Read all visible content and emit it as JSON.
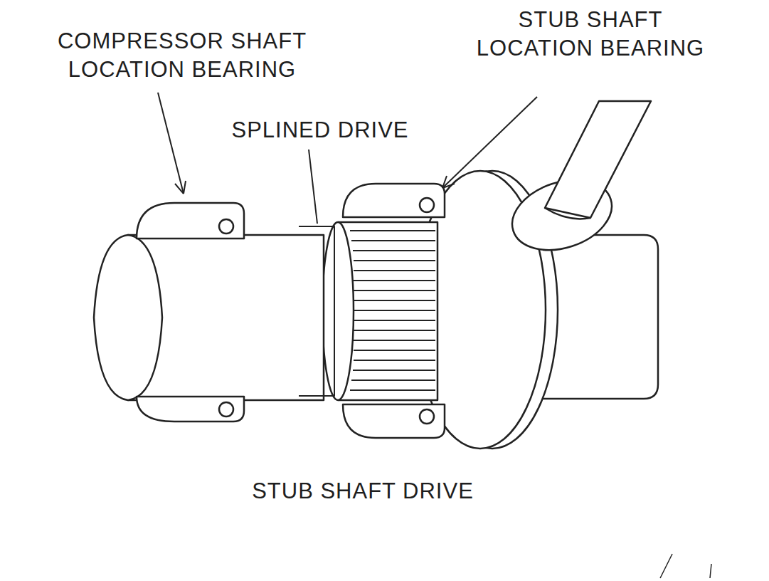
{
  "diagram": {
    "caption": "STUB SHAFT DRIVE",
    "labels": [
      "COMPRESSOR SHAFT LOCATION BEARING",
      "SPLINED DRIVE",
      "STUB SHAFT LOCATION BEARING"
    ]
  }
}
